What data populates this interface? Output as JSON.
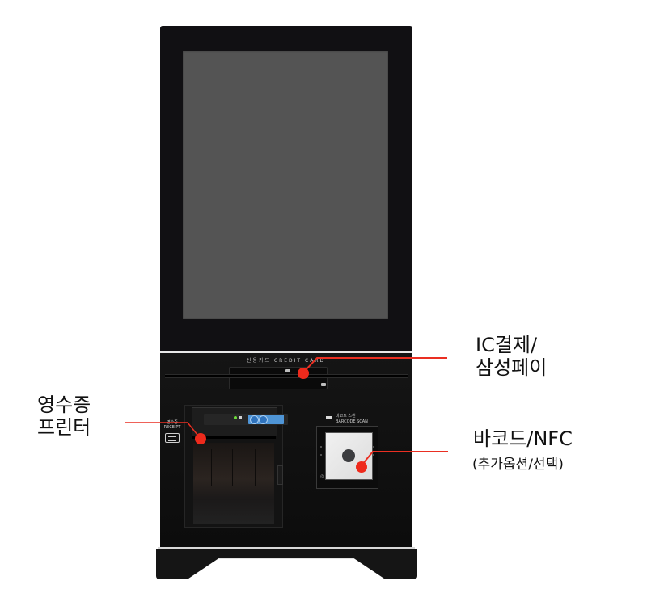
{
  "kiosk": {
    "card_reader_label": "신용카드 CREDIT CARD",
    "receipt_label": "영수증 RECEIPT",
    "scanner_label_ko": "바코드 스캔",
    "scanner_label_en": "BARCODE SCAN"
  },
  "callouts": {
    "ic_payment": {
      "line1": "IC결제/",
      "line2": "삼성페이"
    },
    "receipt_printer": {
      "line1": "영수증",
      "line2": "프린터"
    },
    "barcode_nfc": {
      "line1": "바코드/NFC",
      "line2": "(추가옵션/선택)"
    }
  },
  "colors": {
    "callout_accent": "#ea2f22",
    "kiosk_body": "#111013",
    "screen": "#545454",
    "printer_panel_blue": "#4f95d6",
    "power_led": "#6ddc3a"
  }
}
